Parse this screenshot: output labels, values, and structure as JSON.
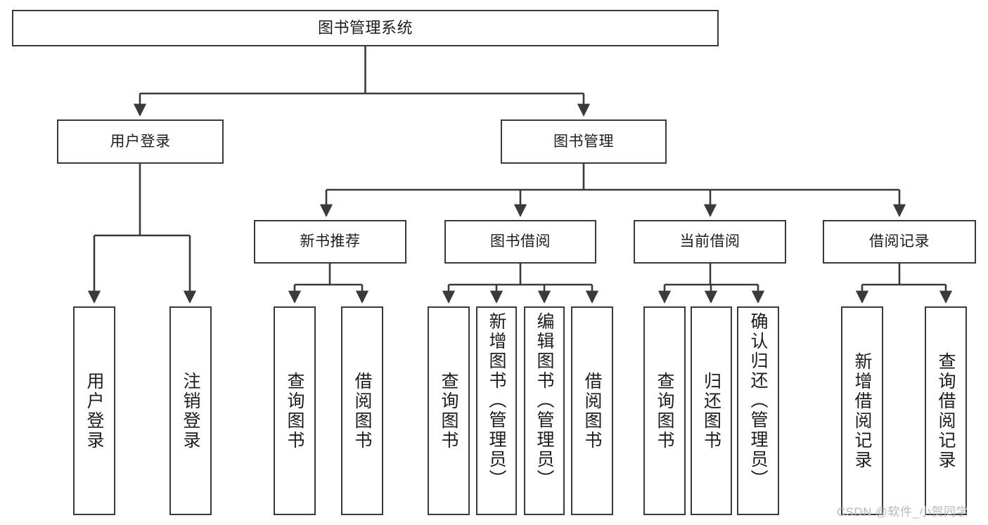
{
  "diagram": {
    "type": "tree-hierarchy",
    "title": "图书管理系统",
    "colors": {
      "box_border": "#3a3a3a",
      "box_fill": "#ffffff",
      "edge": "#3a3a3a",
      "text": "#1d1d1d",
      "watermark": "#b9b9b9"
    },
    "root": {
      "label": "图书管理系统"
    },
    "level1": [
      {
        "label": "用户登录"
      },
      {
        "label": "图书管理"
      }
    ],
    "level2": [
      {
        "label": "新书推荐"
      },
      {
        "label": "图书借阅"
      },
      {
        "label": "当前借阅"
      },
      {
        "label": "借阅记录"
      }
    ],
    "leaves": {
      "user_login": [
        {
          "label": "用户登录"
        },
        {
          "label": "注销登录"
        }
      ],
      "new_book_recommend": [
        {
          "label": "查询图书"
        },
        {
          "label": "借阅图书"
        }
      ],
      "book_borrow": [
        {
          "label": "查询图书"
        },
        {
          "label": "新增图书（管理员）"
        },
        {
          "label": "编辑图书（管理员）"
        },
        {
          "label": "借阅图书"
        }
      ],
      "current_borrow": [
        {
          "label": "查询图书"
        },
        {
          "label": "归还图书"
        },
        {
          "label": "确认归还（管理员）"
        }
      ],
      "borrow_record": [
        {
          "label": "新增借阅记录"
        },
        {
          "label": "查询借阅记录"
        }
      ]
    }
  },
  "watermark": {
    "text": "CSDN @软件_小贺同学"
  }
}
